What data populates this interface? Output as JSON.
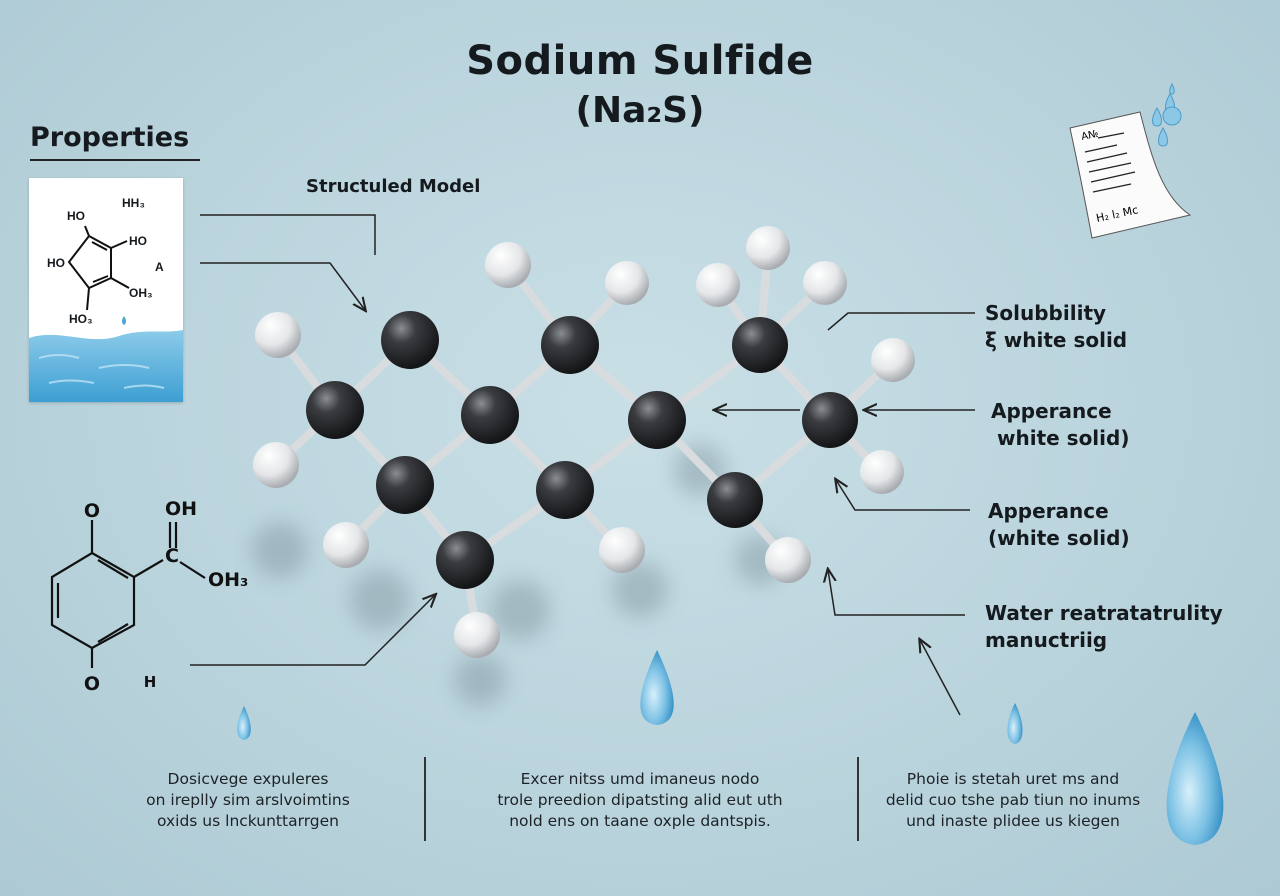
{
  "header": {
    "title": "Sodium Sulfide",
    "formula": "(Na₂S)"
  },
  "properties_heading": "Properties",
  "model_label": "Structuled Model",
  "card": {
    "labels": [
      "HH₃",
      "HO",
      "HO",
      "HO",
      "A",
      "OH₃",
      "HO₃"
    ]
  },
  "side_labels": [
    {
      "line1": "Solubbility",
      "line2": "ξ white solid"
    },
    {
      "line1": "Apperance",
      "line2": "white solid)"
    },
    {
      "line1": "Apperance",
      "line2": "(white solid)"
    },
    {
      "line1": "Water reatratatrulity",
      "line2": "manuctriig"
    }
  ],
  "structure2": {
    "labels": [
      "O",
      "OH",
      "C",
      "OH₃",
      "O",
      "H"
    ]
  },
  "note": {
    "heading": "A№",
    "formula": "H₂ l₂ Mc"
  },
  "footer": [
    {
      "lines": [
        "Dosicvege expuleres",
        "on ireplly sim arslvoimtins",
        "oxids us lnckunttarrgen"
      ]
    },
    {
      "lines": [
        "Excer nitss umd imaneus nodo",
        "trole preedion dipatsting alid eut uth",
        "nold ens on taane oxple dantspis."
      ]
    },
    {
      "lines": [
        "Phoie is stetah uret ms and",
        "delid cuo tshe pab tiun no inums",
        "und inaste plidee us kiegen"
      ]
    }
  ],
  "colors": {
    "background": "#b9d3dc",
    "atom_dark": "#2b2d30",
    "atom_light": "#e8eaec",
    "water": "#6fb6dc"
  }
}
